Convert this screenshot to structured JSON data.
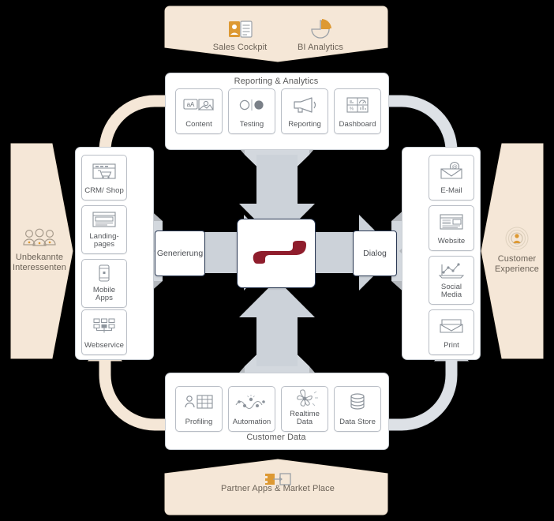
{
  "colors": {
    "beige": "#f5e7d7",
    "beige_stroke": "#e6d2ba",
    "gray_arrow": "#d3d8de",
    "gray_arrow_dark": "#c3c9d1",
    "panel_border": "#c9ced4",
    "tile_border": "#b9bec6",
    "accent_orange": "#dd9933",
    "logo_maroon": "#8f1d2c",
    "node_border": "#2b3a55",
    "text": "#5a5a5a",
    "background": "#000000"
  },
  "top_banner": {
    "name": "sales-bi-banner",
    "items": [
      {
        "label": "Sales Cockpit",
        "icon": "contact-card-icon"
      },
      {
        "label": "BI Analytics",
        "icon": "pie-chart-icon"
      }
    ]
  },
  "bottom_banner": {
    "name": "partner-apps-banner",
    "label": "Partner Apps & Market Place",
    "icon": "plugin-connect-icon"
  },
  "reporting_panel": {
    "title": "Reporting & Analytics",
    "tiles": [
      {
        "label": "Content",
        "icon": "content-text-image-icon"
      },
      {
        "label": "Testing",
        "icon": "ab-test-circles-icon"
      },
      {
        "label": "Reporting",
        "icon": "megaphone-icon"
      },
      {
        "label": "Dashboard",
        "icon": "dashboard-gauge-icon"
      }
    ]
  },
  "customer_data_panel": {
    "title": "Customer Data",
    "tiles": [
      {
        "label": "Profiling",
        "icon": "person-table-icon"
      },
      {
        "label": "Automation",
        "icon": "workflow-nodes-icon"
      },
      {
        "label": "Realtime\nData",
        "icon": "realtime-burst-icon"
      },
      {
        "label": "Data Store",
        "icon": "database-cylinder-icon"
      }
    ]
  },
  "left_panel": {
    "tiles": [
      {
        "label": "CRM/ Shop",
        "icon": "shop-cart-browser-icon"
      },
      {
        "label": "Landing-\npages",
        "icon": "landing-page-icon"
      },
      {
        "label": "Mobile\nApps",
        "icon": "mobile-phone-icon"
      },
      {
        "label": "Webservice",
        "icon": "webservice-grid-icon"
      }
    ]
  },
  "right_panel": {
    "tiles": [
      {
        "label": "E-Mail",
        "icon": "email-at-envelope-icon"
      },
      {
        "label": "Website",
        "icon": "website-layout-icon"
      },
      {
        "label": "Social\nMedia",
        "icon": "social-network-graph-icon"
      },
      {
        "label": "Print",
        "icon": "print-envelope-icon"
      }
    ]
  },
  "left_chevron": {
    "label": "Unbekannte\nInteressenten",
    "icon": "people-group-icon"
  },
  "right_chevron": {
    "label": "Customer\nExperience",
    "icon": "customer-target-person-icon"
  },
  "center": {
    "logo_name": "enter-return-logo",
    "left_step": "Generierung",
    "right_step": "Dialog"
  }
}
